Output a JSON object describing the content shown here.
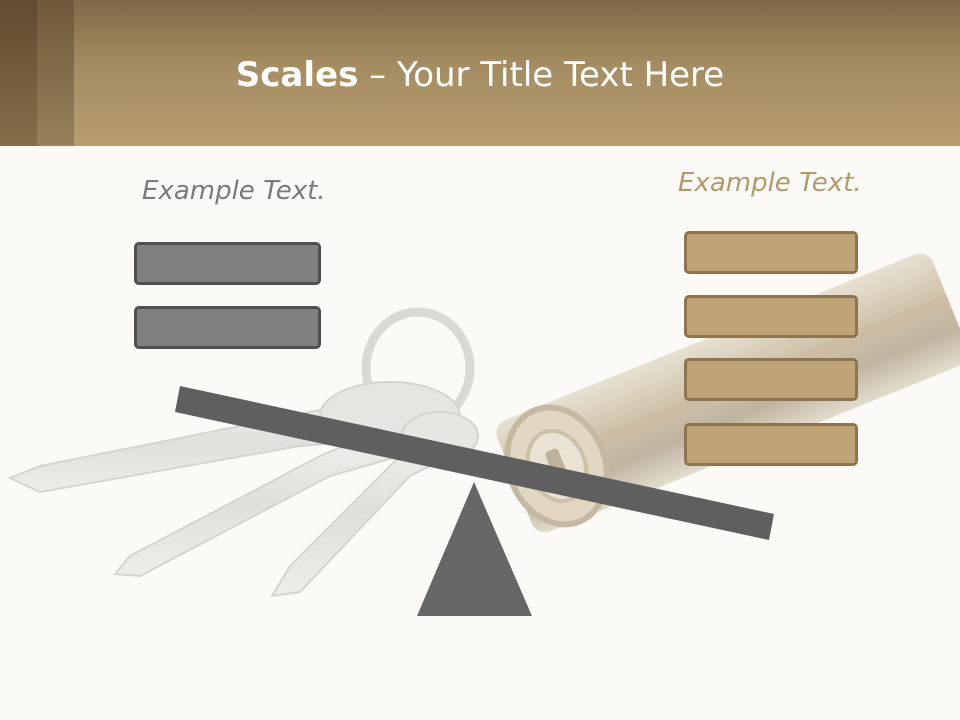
{
  "slide": {
    "title_bold": "Scales",
    "title_rest": " – Your Title Text Here"
  },
  "left": {
    "label": "Example Text.",
    "box_count": 2
  },
  "right": {
    "label": "Example Text.",
    "box_count": 4
  },
  "colors": {
    "header": "#a58c62",
    "gray_box": "#7f7f7f",
    "gold_box": "#bea476",
    "beam": "#5f5f5f",
    "fulcrum": "#666666",
    "left_label": "#7a7a78",
    "right_label": "#b09a6c"
  }
}
